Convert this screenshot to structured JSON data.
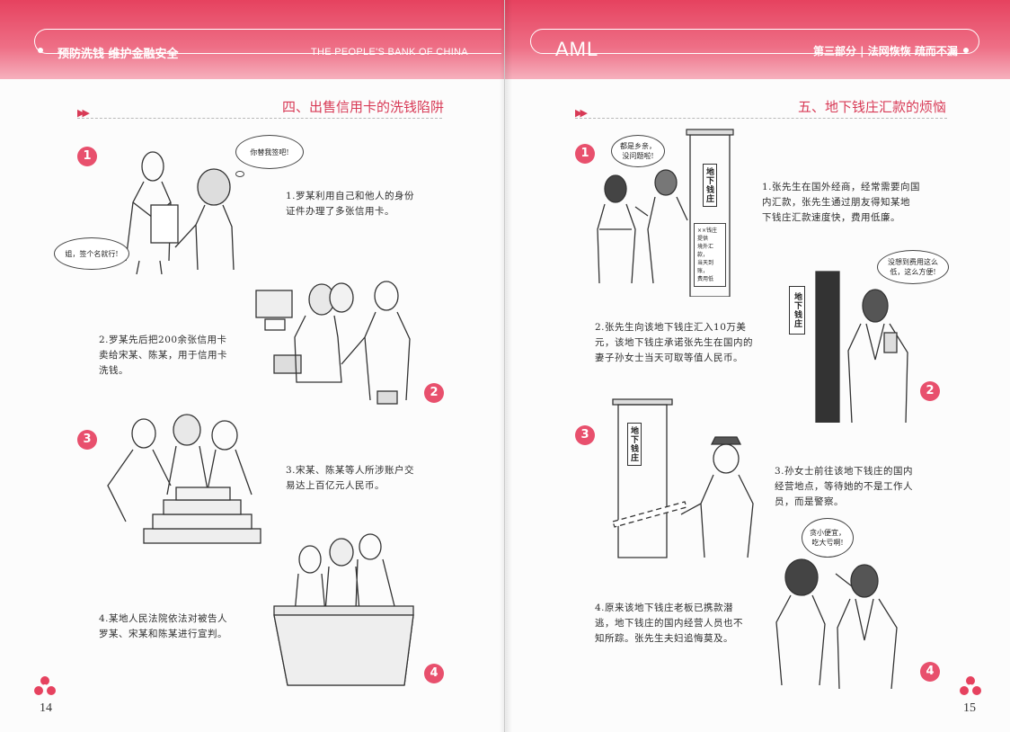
{
  "header": {
    "slogan": "预防洗钱  维护金融安全",
    "bank_name": "THE PEOPLE'S BANK OF CHINA",
    "aml": "AML",
    "part_title": "第三部分 | 法网恢恢  疏而不漏"
  },
  "left_page": {
    "section_title": "四、出售信用卡的洗钱陷阱",
    "page_number": "14",
    "panels": [
      {
        "badge": "1",
        "caption": [
          "1.罗某利用自己和他人的身份",
          "证件办理了多张信用卡。"
        ],
        "bubbles": [
          "你替我签吧!",
          "姐，签个名就行!"
        ]
      },
      {
        "badge": "2",
        "caption": [
          "2.罗某先后把200余张信用卡",
          "卖给宋某、陈某，用于信用卡",
          "洗钱。"
        ]
      },
      {
        "badge": "3",
        "caption": [
          "3.宋某、陈某等人所涉账户交",
          "易达上百亿元人民币。"
        ]
      },
      {
        "badge": "4",
        "caption": [
          "4.某地人民法院依法对被告人",
          "罗某、宋某和陈某进行宣判。"
        ]
      }
    ]
  },
  "right_page": {
    "section_title": "五、地下钱庄汇款的烦恼",
    "page_number": "15",
    "panels": [
      {
        "badge": "1",
        "caption": [
          "1.张先生在国外经商，经常需要向国",
          "内汇款，张先生通过朋友得知某地",
          "下钱庄汇款速度快，费用低廉。"
        ],
        "bubbles": [
          "都是乡亲，没问题啦!"
        ],
        "sign": "地下钱庄",
        "notice": [
          "××钱庄",
          "提供",
          "境外汇款，",
          "当天到账，",
          "费用低"
        ]
      },
      {
        "badge": "2",
        "caption": [
          "2.张先生向该地下钱庄汇入10万美",
          "元，该地下钱庄承诺张先生在国内的",
          "妻子孙女士当天可取等值人民币。"
        ],
        "bubbles": [
          "没想到费用这么低，这么方便!"
        ],
        "sign": "地下钱庄"
      },
      {
        "badge": "3",
        "caption": [
          "3.孙女士前往该地下钱庄的国内",
          "经营地点，等待她的不是工作人",
          "员，而是警察。"
        ],
        "sign": "地下钱庄"
      },
      {
        "badge": "4",
        "caption": [
          "4.原来该地下钱庄老板已携款潜",
          "逃，地下钱庄的国内经营人员也不",
          "知所踪。张先生夫妇追悔莫及。"
        ],
        "bubbles": [
          "贪小便宜，吃大亏啊!"
        ]
      }
    ]
  },
  "colors": {
    "brand_pink": "#e6425f",
    "title_pink": "#d83a56",
    "badge": "#e8506d"
  },
  "icons": [
    "double-arrow-icon",
    "pboc-logo-icon"
  ]
}
